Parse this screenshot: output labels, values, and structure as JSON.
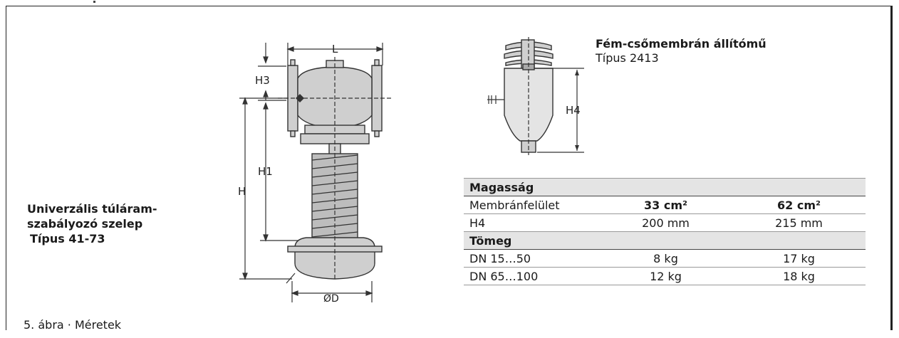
{
  "left_caption": {
    "line1": "Univerzális túláram-",
    "line2": "szabályozó szelep",
    "line3": "Típus 41-73"
  },
  "figure_caption": "5. ábra · Méretek",
  "valve_drawing": {
    "labels": {
      "L": "L",
      "H3": "H3",
      "H1": "H1",
      "H": "H",
      "D": "ØD"
    }
  },
  "actuator": {
    "title": "Fém-csőmembrán állítómű",
    "type": "Típus 2413",
    "label_H4": "H4"
  },
  "table": {
    "section_height": "Magasság",
    "header": {
      "label": "Membránfelület",
      "col1": "33 cm²",
      "col2": "62 cm²"
    },
    "h4_row": {
      "label": "H4",
      "col1": "200 mm",
      "col2": "215 mm"
    },
    "section_weight": "Tömeg",
    "rows": [
      {
        "label": "DN 15…50",
        "col1": "8 kg",
        "col2": "17 kg"
      },
      {
        "label": "DN 65…100",
        "col1": "12 kg",
        "col2": "18 kg"
      }
    ]
  }
}
